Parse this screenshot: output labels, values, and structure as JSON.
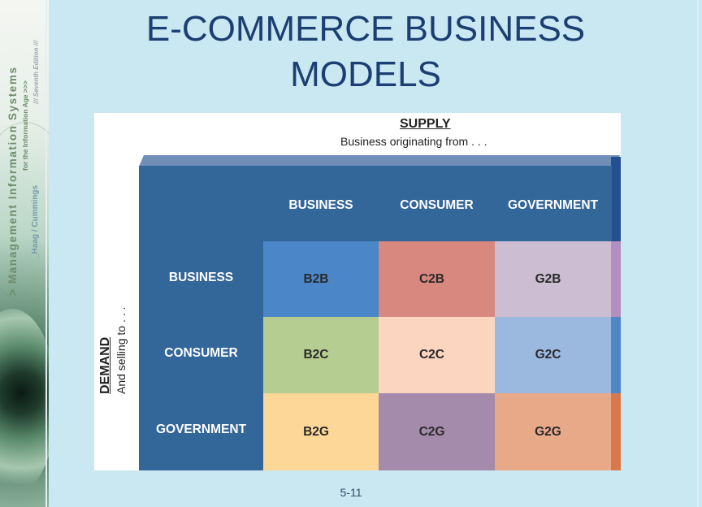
{
  "slide": {
    "title_line1": "E-COMMERCE BUSINESS",
    "title_line2": "MODELS",
    "page_number": "5-11"
  },
  "sidebar": {
    "main_text": "> Management Information Systems",
    "sub_text": "for the Information Age >>>",
    "authors": "_Haag / Cummings",
    "edition": "/// Seventh Edition ///"
  },
  "diagram": {
    "supply_title": "SUPPLY",
    "supply_sub": "Business originating from . . .",
    "demand_title": "DEMAND",
    "demand_sub": "And selling to . . .",
    "columns": [
      "BUSINESS",
      "CONSUMER",
      "GOVERNMENT"
    ],
    "rows": [
      "BUSINESS",
      "CONSUMER",
      "GOVERNMENT"
    ],
    "cells": [
      [
        "B2B",
        "C2B",
        "G2B"
      ],
      [
        "B2C",
        "C2C",
        "G2C"
      ],
      [
        "B2G",
        "C2G",
        "G2G"
      ]
    ],
    "colors": {
      "header_bg": "#336699",
      "cells": [
        [
          "#4a86c8",
          "#d98880",
          "#cdbdd3"
        ],
        [
          "#b5cd91",
          "#fcd5c0",
          "#9bb8df"
        ],
        [
          "#fcd797",
          "#a58bab",
          "#e8a989"
        ]
      ],
      "side": [
        "#b28fbf",
        "#4f86c7",
        "#d9784a"
      ]
    }
  }
}
